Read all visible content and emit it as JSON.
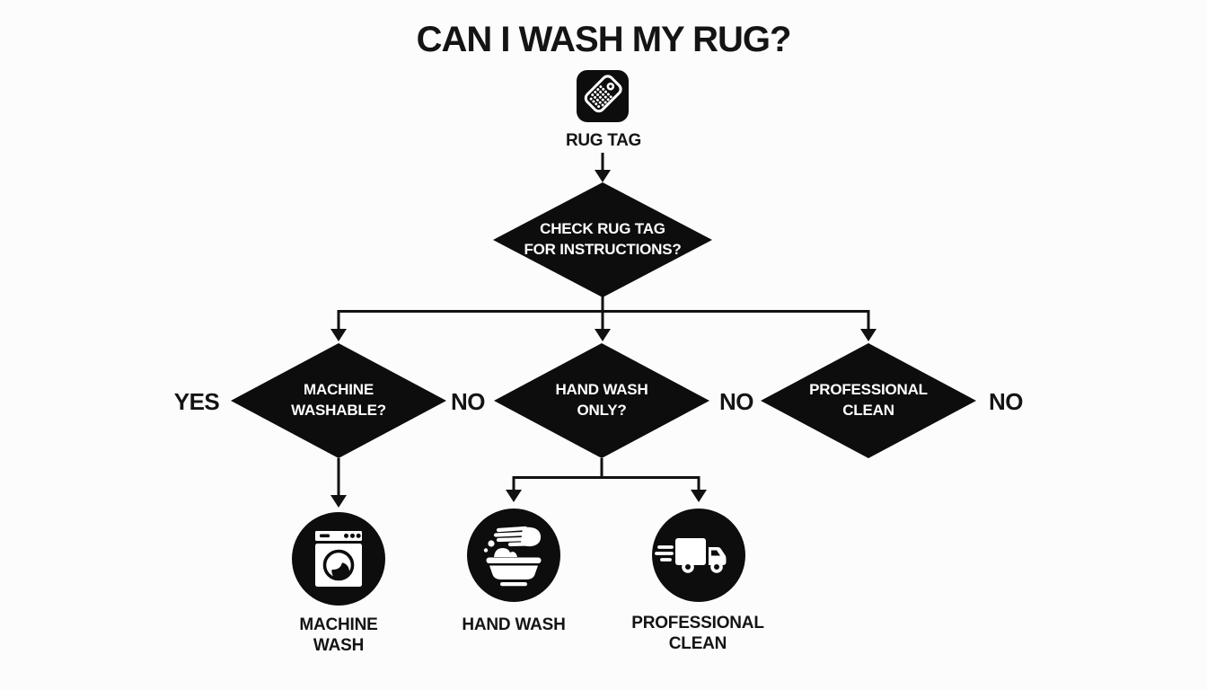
{
  "title": "CAN I WASH MY RUG?",
  "start": {
    "icon": "rug-tag-icon",
    "label": "RUG TAG"
  },
  "root_decision": {
    "label": "CHECK RUG TAG\nFOR INSTRUCTIONS?"
  },
  "decisions": [
    {
      "label": "MACHINE\nWASHABLE?",
      "yes_label": "YES",
      "no_label": "NO"
    },
    {
      "label": "HAND WASH\nONLY?",
      "no_label": "NO"
    },
    {
      "label": "PROFESSIONAL\nCLEAN",
      "no_label": "NO"
    }
  ],
  "outcomes": [
    {
      "icon": "washing-machine-icon",
      "label": "MACHINE\nWASH"
    },
    {
      "icon": "hand-wash-icon",
      "label": "HAND WASH"
    },
    {
      "icon": "delivery-truck-icon",
      "label": "PROFESSIONAL\nCLEAN"
    }
  ],
  "colors": {
    "background": "#fcfcfc",
    "shape": "#0d0d0d",
    "text": "#141414",
    "shape_text": "#ffffff"
  }
}
